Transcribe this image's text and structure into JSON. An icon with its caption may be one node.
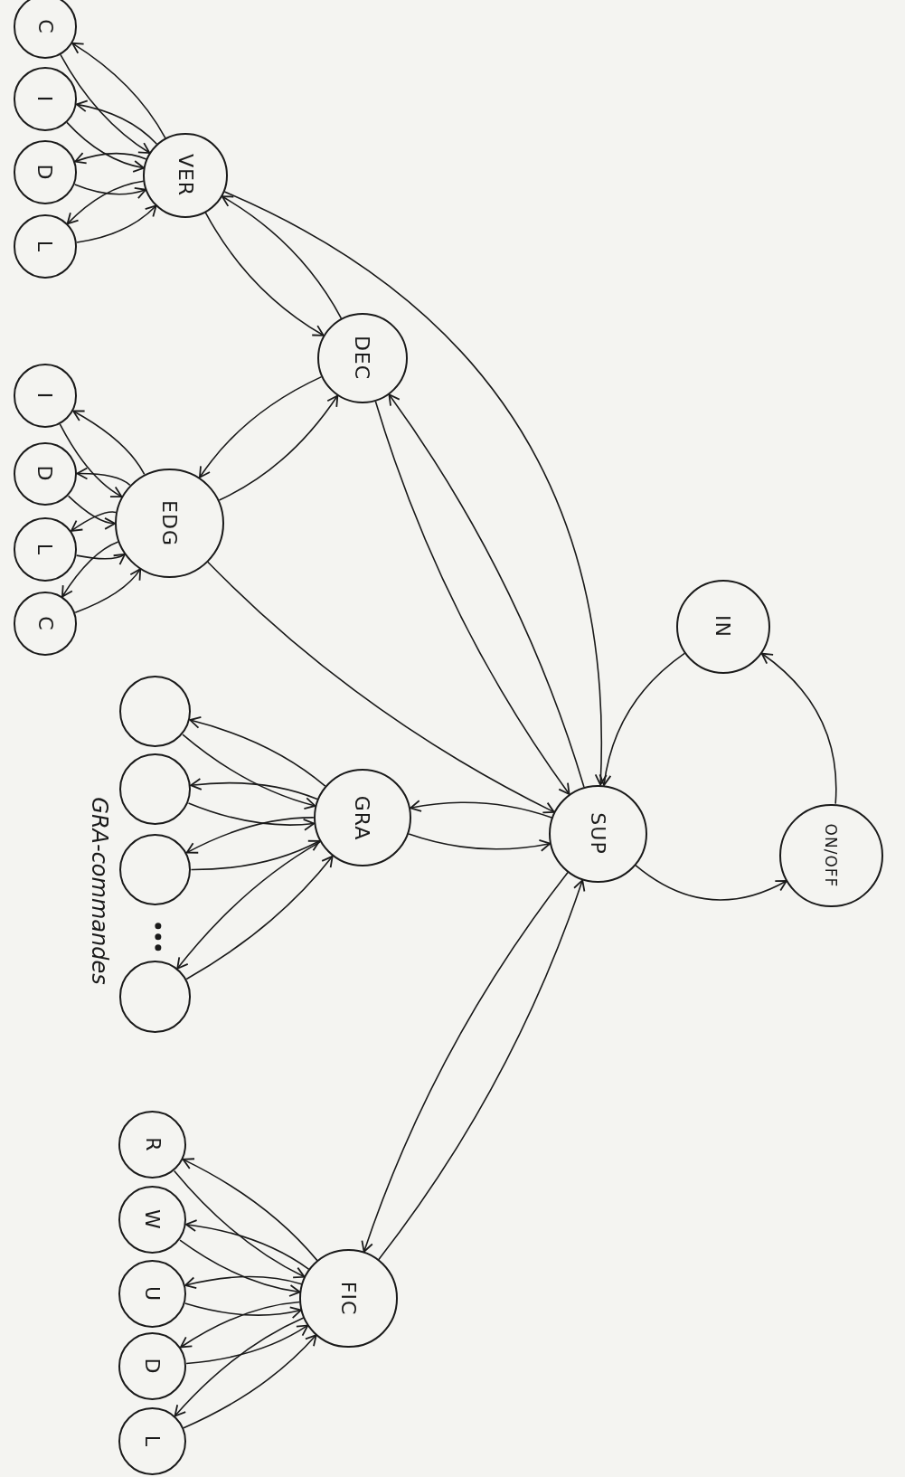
{
  "diagram": {
    "nodes": [
      {
        "text": [
          "VER"
        ]
      },
      {
        "text": [
          "C"
        ]
      },
      {
        "text": [
          "I"
        ]
      },
      {
        "text": [
          "D"
        ]
      },
      {
        "text": [
          "L"
        ]
      },
      {
        "text": [
          "DEC"
        ]
      },
      {
        "text": [
          "EDG"
        ]
      },
      {
        "text": [
          "I"
        ]
      },
      {
        "text": [
          "D"
        ]
      },
      {
        "text": [
          "L"
        ]
      },
      {
        "text": [
          "C"
        ]
      },
      {
        "text": [
          "IN"
        ]
      },
      {
        "text": [
          "GRA"
        ]
      },
      {
        "text": [
          "SUP"
        ]
      },
      {
        "text": [
          "ON/OFF"
        ]
      },
      {
        "text": [],
        "shape": "circle"
      },
      {
        "text": [],
        "shape": "circle"
      },
      {
        "text": [],
        "shape": "circle"
      },
      {
        "text": [],
        "shape": "circle"
      },
      {
        "text": [
          "FIC"
        ]
      },
      {
        "text": [
          "R"
        ]
      },
      {
        "text": [
          "W"
        ]
      },
      {
        "text": [
          "U"
        ]
      },
      {
        "text": [
          "D"
        ]
      },
      {
        "text": [
          "L"
        ]
      }
    ],
    "edges": [
      {
        "from": 0,
        "to": 1,
        "arrow": "to"
      },
      {
        "from": 1,
        "to": 0,
        "arrow": "to"
      },
      {
        "from": 0,
        "to": 2,
        "arrow": "to"
      },
      {
        "from": 2,
        "to": 0,
        "arrow": "to"
      },
      {
        "from": 0,
        "to": 3,
        "arrow": "to"
      },
      {
        "from": 3,
        "to": 0,
        "arrow": "to"
      },
      {
        "from": 0,
        "to": 4,
        "arrow": "to"
      },
      {
        "from": 4,
        "to": 0,
        "arrow": "to"
      },
      {
        "from": 0,
        "to": 5,
        "arrow": "to"
      },
      {
        "from": 5,
        "to": 0,
        "arrow": "to"
      },
      {
        "from": 5,
        "to": 6,
        "arrow": "to"
      },
      {
        "from": 6,
        "to": 5,
        "arrow": "to"
      },
      {
        "from": 6,
        "to": 7,
        "arrow": "to"
      },
      {
        "from": 7,
        "to": 6,
        "arrow": "to"
      },
      {
        "from": 6,
        "to": 8,
        "arrow": "to"
      },
      {
        "from": 8,
        "to": 6,
        "arrow": "to"
      },
      {
        "from": 6,
        "to": 9,
        "arrow": "to"
      },
      {
        "from": 9,
        "to": 6,
        "arrow": "to"
      },
      {
        "from": 6,
        "to": 10,
        "arrow": "to"
      },
      {
        "from": 10,
        "to": 6,
        "arrow": "to"
      },
      {
        "from": 0,
        "to": 13,
        "arrow": "to"
      },
      {
        "from": 5,
        "to": 13,
        "arrow": "to"
      },
      {
        "from": 13,
        "to": 5,
        "arrow": "to"
      },
      {
        "from": 6,
        "to": 13,
        "arrow": "to"
      },
      {
        "from": 11,
        "to": 13,
        "arrow": "to"
      },
      {
        "from": 13,
        "to": 14,
        "arrow": "to"
      },
      {
        "from": 14,
        "to": 11,
        "arrow": "to"
      },
      {
        "from": 13,
        "to": 12,
        "arrow": "to"
      },
      {
        "from": 12,
        "to": 13,
        "arrow": "to"
      },
      {
        "from": 12,
        "to": 15,
        "arrow": "to"
      },
      {
        "from": 15,
        "to": 12,
        "arrow": "to"
      },
      {
        "from": 12,
        "to": 16,
        "arrow": "to"
      },
      {
        "from": 16,
        "to": 12,
        "arrow": "to"
      },
      {
        "from": 12,
        "to": 17,
        "arrow": "to"
      },
      {
        "from": 17,
        "to": 12,
        "arrow": "to"
      },
      {
        "from": 12,
        "to": 18,
        "arrow": "to"
      },
      {
        "from": 18,
        "to": 12,
        "arrow": "to"
      },
      {
        "from": 13,
        "to": 19,
        "arrow": "to"
      },
      {
        "from": 19,
        "to": 13,
        "arrow": "to"
      },
      {
        "from": 19,
        "to": 20,
        "arrow": "to"
      },
      {
        "from": 20,
        "to": 19,
        "arrow": "to"
      },
      {
        "from": 19,
        "to": 21,
        "arrow": "to"
      },
      {
        "from": 21,
        "to": 19,
        "arrow": "to"
      },
      {
        "from": 19,
        "to": 22,
        "arrow": "to"
      },
      {
        "from": 22,
        "to": 19,
        "arrow": "to"
      },
      {
        "from": 19,
        "to": 23,
        "arrow": "to"
      },
      {
        "from": 23,
        "to": 19,
        "arrow": "to"
      },
      {
        "from": 19,
        "to": 24,
        "arrow": "to"
      },
      {
        "from": 24,
        "to": 19,
        "arrow": "to"
      }
    ],
    "labels": [
      "GRA-commandes"
    ]
  }
}
